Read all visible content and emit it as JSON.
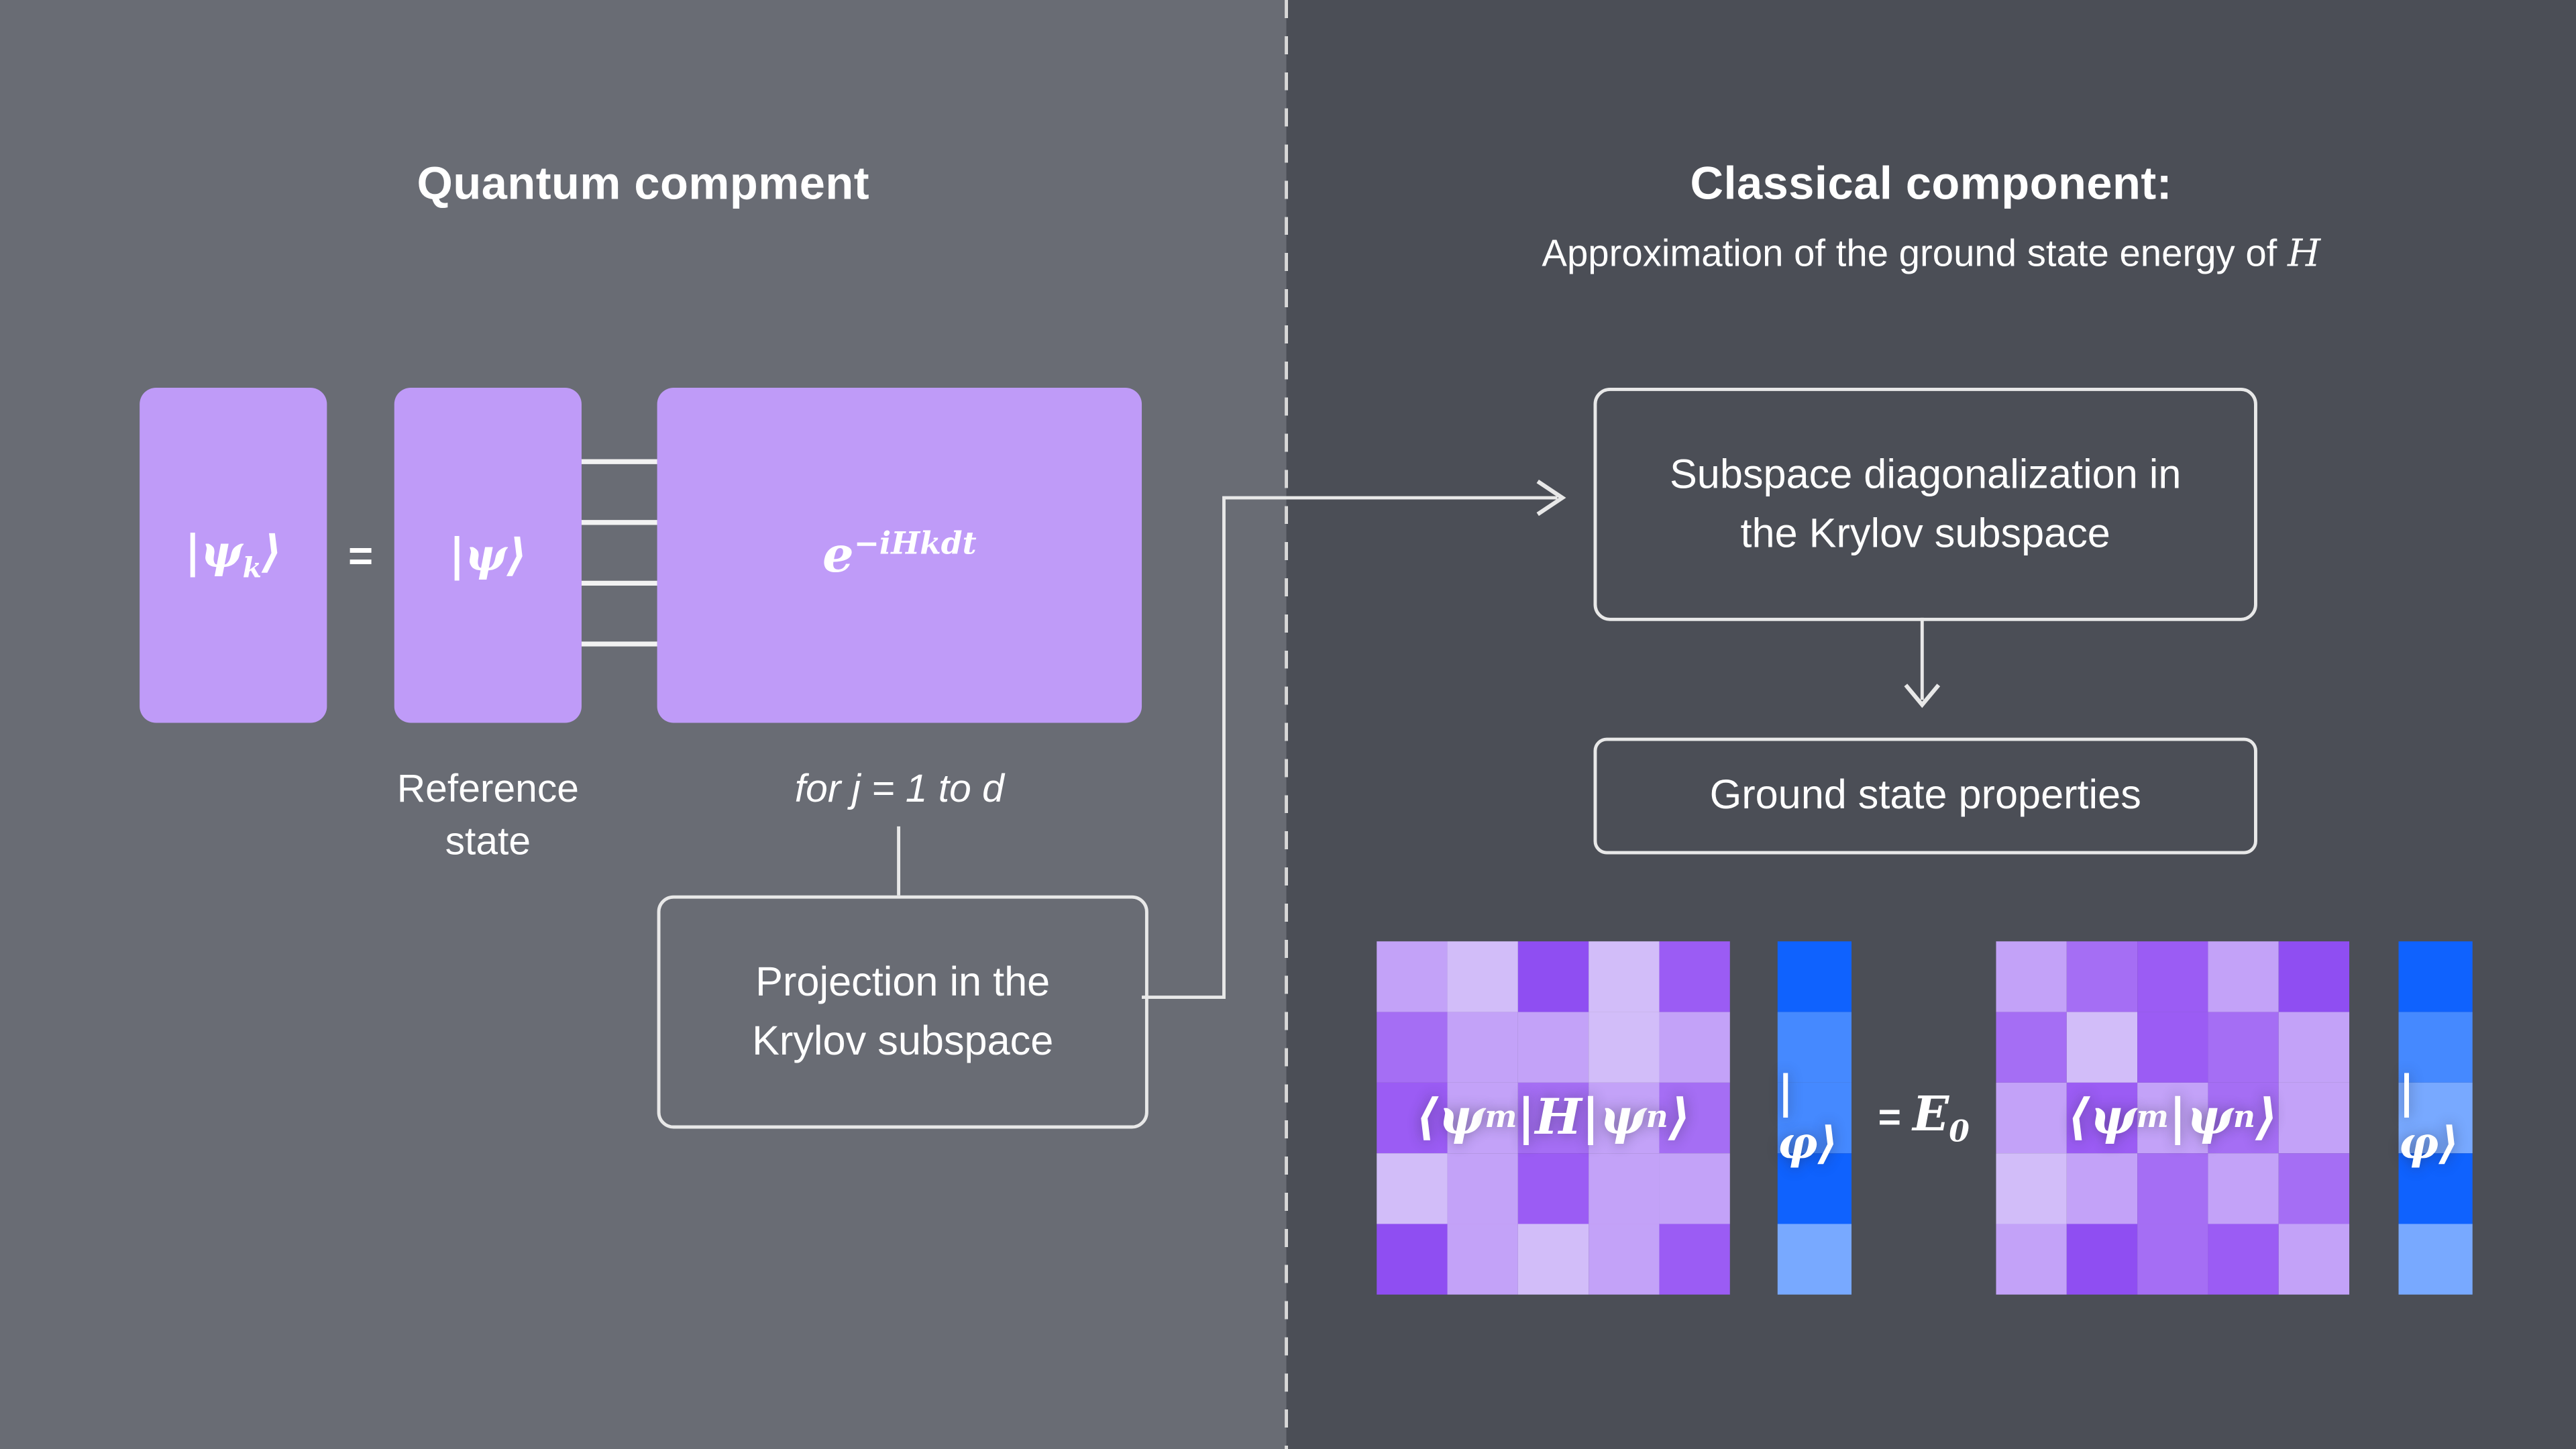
{
  "colors": {
    "left_bg": "#696c74",
    "right_bg": "#4b4e56",
    "purple_box": "#bf9bf8",
    "box_border": "#e8e8e8",
    "divider_dash": "#d8d8d8",
    "text": "#ffffff"
  },
  "left": {
    "title": "Quantum compment",
    "reference_state": "Reference state",
    "for_loop": "for j = 1 to d",
    "projection_box": "Projection in the Krylov subspace"
  },
  "right": {
    "title": "Classical component:",
    "subtitle_prefix": "Approximation of the ground state energy of ",
    "subtitle_h": "H",
    "diag_box": "Subspace diagonalization in the Krylov subspace",
    "ground_box": "Ground state properties"
  },
  "math": {
    "equals": "=",
    "psi_k": {
      "pre": "|ψ",
      "sub": "k",
      "post": "⟩"
    },
    "psi": "|ψ⟩",
    "evo": {
      "base": "e",
      "exp": "−iHkdt"
    },
    "m1": {
      "p1": "⟨ψ",
      "s1": "m",
      "p2": "|H|ψ",
      "s2": "n",
      "p3": "⟩"
    },
    "m2": {
      "p1": "⟨ψ",
      "s1": "m",
      "p2": "|ψ",
      "s2": "n",
      "p3": "⟩"
    },
    "phi_left": "|φ⟩",
    "phi_right": "|φ⟩",
    "eq_equals": "=",
    "e0": {
      "base": "E",
      "sub": "0"
    }
  },
  "matrices": {
    "hmn": [
      [
        "#c3a2f8",
        "#d2bdf9",
        "#8f4ef2",
        "#d2bdf9",
        "#9b5cf4"
      ],
      [
        "#a56ef4",
        "#c3a2f8",
        "#c3a2f8",
        "#d2bdf9",
        "#c3a2f8"
      ],
      [
        "#9b5cf4",
        "#c3a2f8",
        "#a56ef4",
        "#c3a2f8",
        "#a56ef4"
      ],
      [
        "#d2bdf9",
        "#c3a2f8",
        "#9b5cf4",
        "#c3a2f8",
        "#c3a2f8"
      ],
      [
        "#8f4ef2",
        "#c3a2f8",
        "#d2bdf9",
        "#c3a2f8",
        "#9b5cf4"
      ]
    ],
    "vec_phi_left": [
      "#0f62fe",
      "#4589ff",
      "#4589ff",
      "#0f62fe",
      "#78a9ff"
    ],
    "smn": [
      [
        "#c3a2f8",
        "#a56ef4",
        "#9b5cf4",
        "#c3a2f8",
        "#8f4ef2"
      ],
      [
        "#a56ef4",
        "#d2bdf9",
        "#9b5cf4",
        "#a56ef4",
        "#c3a2f8"
      ],
      [
        "#c3a2f8",
        "#9b5cf4",
        "#c3a2f8",
        "#a56ef4",
        "#c3a2f8"
      ],
      [
        "#d2bdf9",
        "#c3a2f8",
        "#a56ef4",
        "#c3a2f8",
        "#a56ef4"
      ],
      [
        "#c3a2f8",
        "#8f4ef2",
        "#a56ef4",
        "#9b5cf4",
        "#c3a2f8"
      ]
    ],
    "vec_phi_right": [
      "#0f62fe",
      "#4589ff",
      "#78a9ff",
      "#0f62fe",
      "#78a9ff"
    ]
  }
}
